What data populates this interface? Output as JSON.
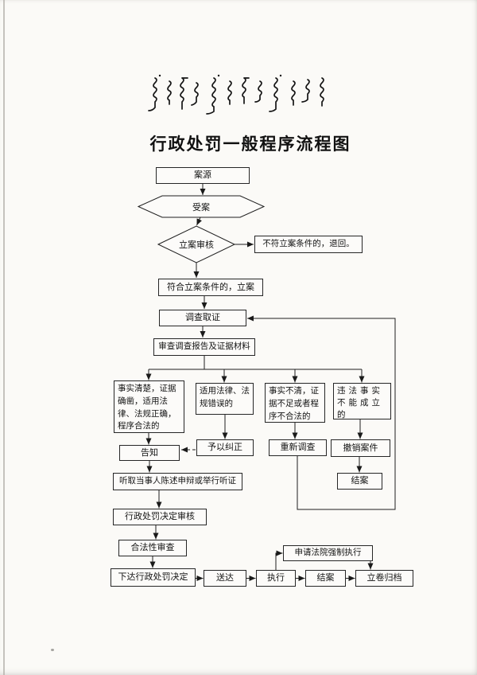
{
  "page": {
    "title": "行政处罚一般程序流程图",
    "mongolian_script_text": "ᠵᠠᠰᠠᠭ ᠵᠠᠬᠢᠷᠭᠠᠨ ᠤ ᠰᠢᠳᠭᠡᠯ ᠦᠨ ᠶᠡᠷᠦᠩᠬᠡᠢ ᠵᠢᠷᠤᠮ ᠤᠨ ᠤᠷᠤᠰᠬᠠᠯ ᠵᠢᠷᠤᠭ"
  },
  "flowchart": {
    "nodes": {
      "case_source": "案源",
      "accept_case": "受案",
      "filing_review": "立案审核",
      "not_meeting": "不符立案条件的，退回。",
      "meeting": "符合立案条件的，立案",
      "investigation": "调查取证",
      "review_report": "审查调查报告及证据材料",
      "facts_clear": "事实清楚，证据确凿，适用法律、法规正确，程序合法的",
      "wrong_law": "适用法律、法规错误的",
      "facts_unclear": "事实不清，证据不足或者程序不合法的",
      "not_established": "违法事实不能成立的",
      "notify": "告知",
      "correct": "予以纠正",
      "reinvestigate": "重新调查",
      "revoke_case": "撤销案件",
      "close_case_revoke": "结案",
      "hearing": "听取当事人陈述申辩或举行听证",
      "decision_review": "行政处罚决定审核",
      "legality_review": "合法性审查",
      "issue_decision": "下达行政处罚决定",
      "deliver": "送达",
      "execute": "执行",
      "close_case": "结案",
      "archive": "立卷归档",
      "court_execution": "申请法院强制执行"
    },
    "edges": [
      {
        "from": "case_source",
        "to": "accept_case",
        "style": "solid"
      },
      {
        "from": "accept_case",
        "to": "filing_review",
        "style": "solid"
      },
      {
        "from": "filing_review",
        "to": "not_meeting",
        "style": "solid"
      },
      {
        "from": "filing_review",
        "to": "meeting",
        "style": "solid"
      },
      {
        "from": "meeting",
        "to": "investigation",
        "style": "solid"
      },
      {
        "from": "investigation",
        "to": "review_report",
        "style": "solid"
      },
      {
        "from": "review_report",
        "to": "facts_clear",
        "style": "solid"
      },
      {
        "from": "review_report",
        "to": "wrong_law",
        "style": "solid"
      },
      {
        "from": "review_report",
        "to": "facts_unclear",
        "style": "solid"
      },
      {
        "from": "review_report",
        "to": "not_established",
        "style": "solid"
      },
      {
        "from": "facts_clear",
        "to": "notify",
        "style": "solid"
      },
      {
        "from": "wrong_law",
        "to": "correct",
        "style": "solid"
      },
      {
        "from": "correct",
        "to": "notify",
        "style": "dashed"
      },
      {
        "from": "facts_unclear",
        "to": "reinvestigate",
        "style": "solid"
      },
      {
        "from": "reinvestigate",
        "to": "investigation",
        "style": "loop"
      },
      {
        "from": "not_established",
        "to": "revoke_case",
        "style": "solid"
      },
      {
        "from": "revoke_case",
        "to": "close_case_revoke",
        "style": "solid"
      },
      {
        "from": "notify",
        "to": "hearing",
        "style": "solid"
      },
      {
        "from": "hearing",
        "to": "decision_review",
        "style": "solid"
      },
      {
        "from": "decision_review",
        "to": "legality_review",
        "style": "solid"
      },
      {
        "from": "legality_review",
        "to": "issue_decision",
        "style": "solid"
      },
      {
        "from": "issue_decision",
        "to": "deliver",
        "style": "solid"
      },
      {
        "from": "deliver",
        "to": "execute",
        "style": "solid"
      },
      {
        "from": "execute",
        "to": "close_case",
        "style": "solid"
      },
      {
        "from": "close_case",
        "to": "archive",
        "style": "solid"
      },
      {
        "from": "execute",
        "to": "court_execution",
        "style": "solid"
      },
      {
        "from": "court_execution",
        "to": "archive",
        "style": "solid"
      }
    ]
  }
}
